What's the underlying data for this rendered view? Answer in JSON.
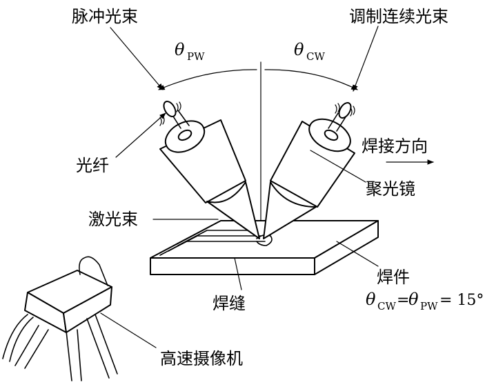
{
  "labels": {
    "pulse_beam": "脉冲光束",
    "cw_beam": "调制连续光束",
    "fiber": "光纤",
    "weld_direction": "焊接方向",
    "focus_lens": "聚光镜",
    "laser_beam": "激光束",
    "workpiece": "焊件",
    "weld_seam": "焊缝",
    "camera": "高速摄像机"
  },
  "angles": {
    "theta": "θ",
    "pw": "PW",
    "cw": "CW",
    "equation_value": "= 15°",
    "equals": "="
  },
  "colors": {
    "ink": "#000000",
    "background": "#ffffff"
  }
}
